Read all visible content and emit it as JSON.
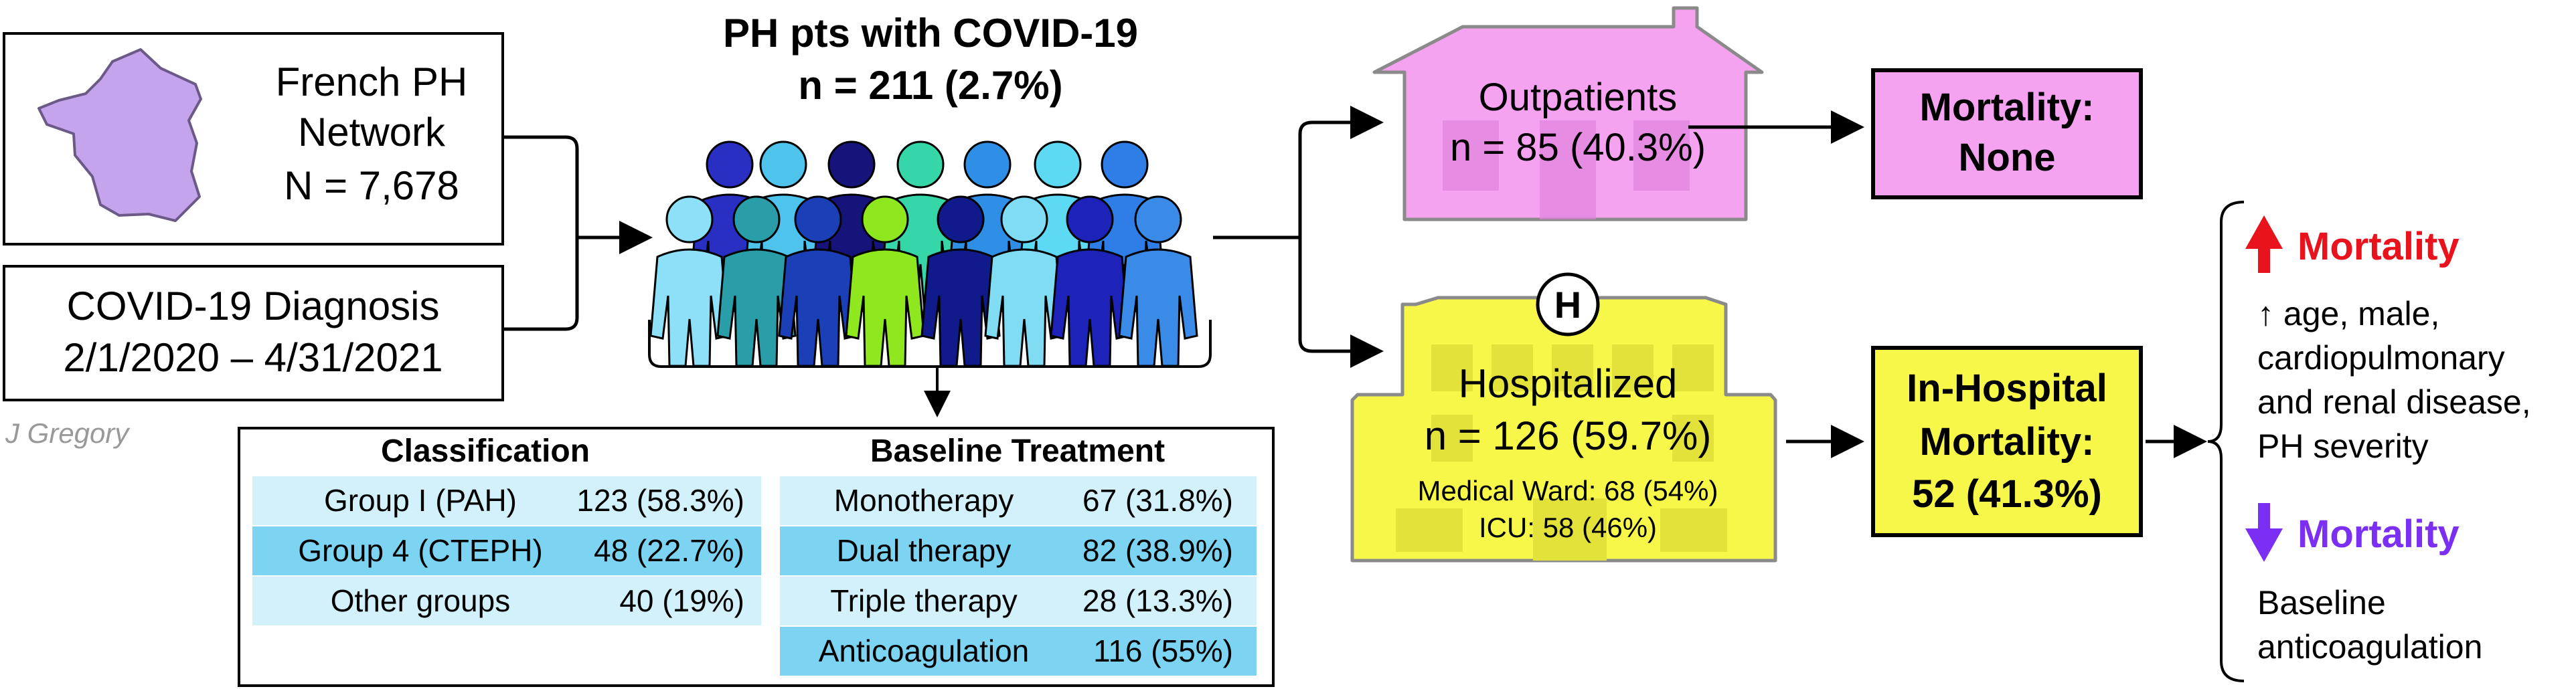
{
  "network": {
    "line1": "French PH",
    "line2": "Network",
    "line3": "N = 7,678"
  },
  "diagnosis": {
    "line1": "COVID-19 Diagnosis",
    "line2": "2/1/2020 – 4/31/2021"
  },
  "credit": "J Gregory",
  "cohort": {
    "title": "PH pts with COVID-19",
    "count": "n = 211 (2.7%)"
  },
  "classification": {
    "header": "Classification",
    "rows": [
      {
        "label": "Group I (PAH)",
        "value": "123 (58.3%)"
      },
      {
        "label": "Group 4 (CTEPH)",
        "value": "48 (22.7%)"
      },
      {
        "label": "Other groups",
        "value": "40 (19%)"
      }
    ]
  },
  "treatment": {
    "header": "Baseline Treatment",
    "rows": [
      {
        "label": "Monotherapy",
        "value": "67 (31.8%)"
      },
      {
        "label": "Dual therapy",
        "value": "82 (38.9%)"
      },
      {
        "label": "Triple therapy",
        "value": "28 (13.3%)"
      },
      {
        "label": "Anticoagulation",
        "value": "116 (55%)"
      }
    ]
  },
  "outpatients": {
    "label": "Outpatients",
    "count": "n = 85 (40.3%)"
  },
  "outpatient_mortality": {
    "line1": "Mortality:",
    "line2": "None"
  },
  "hospitalized": {
    "badge": "H",
    "label": "Hospitalized",
    "count": "n = 126 (59.7%)",
    "ward": "Medical Ward: 68 (54%)",
    "icu": "ICU: 58 (46%)"
  },
  "inhospital_mortality": {
    "line1": "In-Hospital",
    "line2": "Mortality:",
    "line3": "52 (41.3%)"
  },
  "factors": {
    "increase_title": "Mortality",
    "increase_lines": [
      "↑ age, male,",
      "cardiopulmonary",
      "and renal disease,",
      "PH severity"
    ],
    "decrease_title": "Mortality",
    "decrease_lines": [
      "Baseline",
      "anticoagulation"
    ]
  },
  "colors": {
    "outpatient_fill": "#f5a3f0",
    "outpatient_window": "#e081dc",
    "hospital_fill": "#f7f74a",
    "hospital_window": "#e2e23a",
    "table_light": "#d2f1fb",
    "table_dark": "#7dd3f2",
    "increase": "#e8131c",
    "decrease": "#7b2ff2",
    "france": "#c5a4ee"
  }
}
